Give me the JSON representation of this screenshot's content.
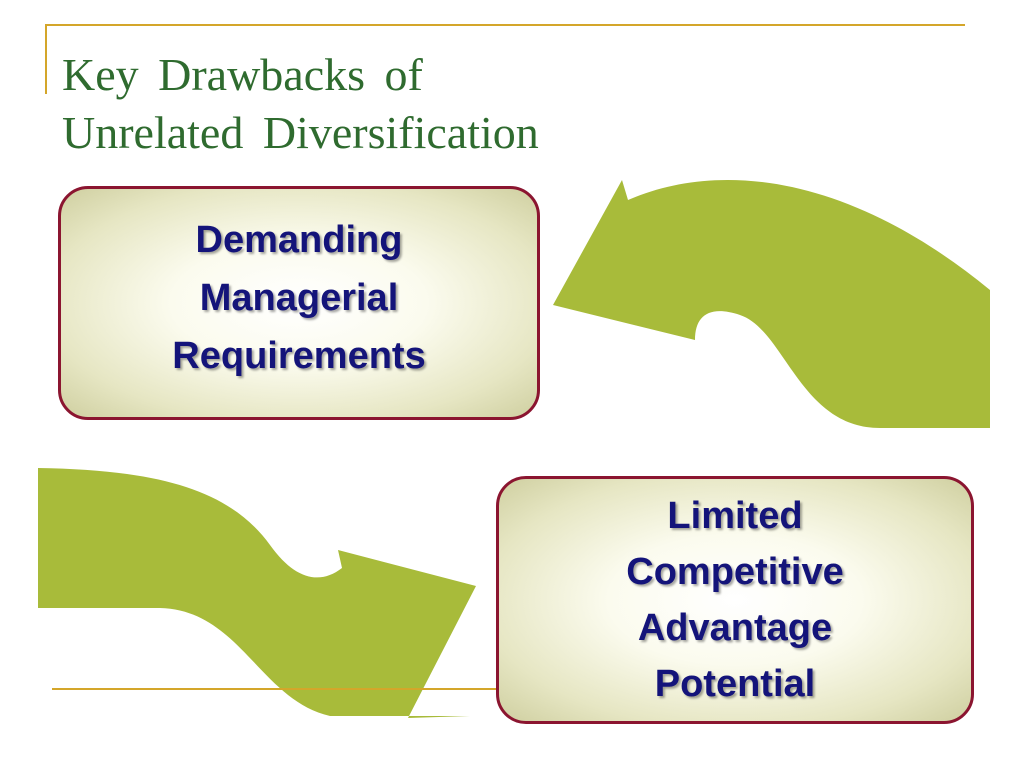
{
  "slide": {
    "title_line1": "Key Drawbacks of",
    "title_line2": "Unrelated Diversification"
  },
  "boxes": [
    {
      "lines": [
        "Demanding",
        "Managerial",
        "Requirements"
      ]
    },
    {
      "lines": [
        "Limited",
        "Competitive",
        "Advantage",
        "Potential"
      ]
    }
  ],
  "colors": {
    "title": "#2f6b2f",
    "rule": "#d4a62a",
    "box_border": "#8b1530",
    "box_text": "#14147a",
    "arrow": "#a8bb3a"
  },
  "icons": [
    "curved-arrow-icon",
    "curved-arrow-icon"
  ]
}
